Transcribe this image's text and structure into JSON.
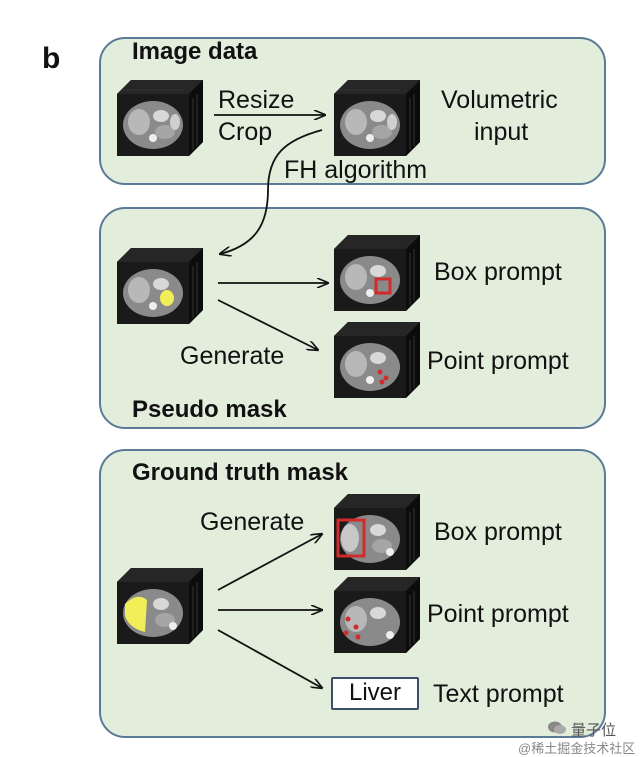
{
  "figure": {
    "panel_letter": "b",
    "image_data": {
      "title": "Image data",
      "op1": "Resize",
      "op2": "Crop",
      "out1": "Volumetric",
      "out2": "input",
      "algo": "FH algorithm"
    },
    "pseudo": {
      "title": "Pseudo mask",
      "generate": "Generate",
      "box": "Box prompt",
      "point": "Point prompt"
    },
    "gt": {
      "title": "Ground truth mask",
      "generate": "Generate",
      "box": "Box prompt",
      "point": "Point prompt",
      "liver": "Liver",
      "text": "Text prompt"
    },
    "colors": {
      "panel_fill": "#e2eedb",
      "panel_border": "#5b7a98",
      "mask_yellow": "#f1ee57",
      "prompt_red": "#d12b2b"
    }
  },
  "watermark": {
    "brand": "量子位",
    "community": "@稀土掘金技术社区"
  }
}
